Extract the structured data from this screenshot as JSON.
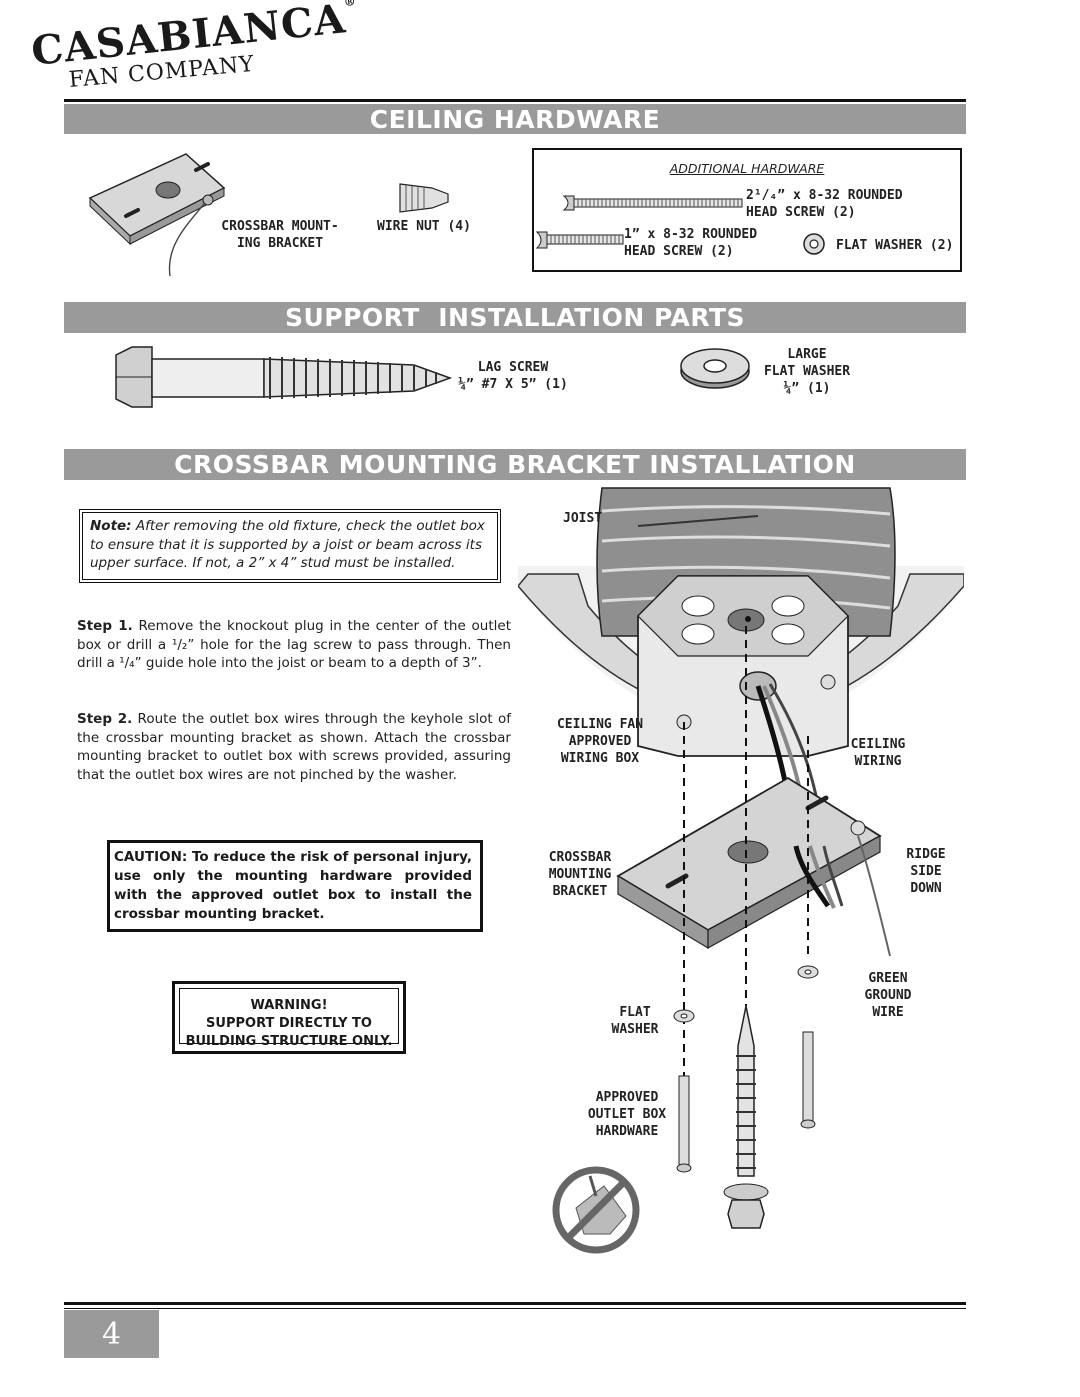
{
  "brand": {
    "line1": "CASABIANCA",
    "registered": "®",
    "line2": "FAN COMPANY"
  },
  "sections": {
    "ceiling_hardware": "CEILING HARDWARE",
    "support_parts": "SUPPORT  INSTALLATION PARTS",
    "crossbar_install": "CROSSBAR MOUNTING BRACKET INSTALLATION"
  },
  "ceiling_hardware": {
    "crossbar_label_1": "CROSSBAR MOUNT-",
    "crossbar_label_2": "ING BRACKET",
    "wire_nut": "WIRE NUT (4)",
    "additional_title": "ADDITIONAL HARDWARE",
    "screw_long_1": "2¹/₄” x 8-32 ROUNDED",
    "screw_long_2": "HEAD SCREW (2)",
    "screw_short_1": "1” x 8-32 ROUNDED",
    "screw_short_2": "HEAD SCREW (2)",
    "flat_washer": "FLAT WASHER (2)"
  },
  "support_parts": {
    "lag_1": "LAG SCREW",
    "lag_2": "¼” #7 X 5” (1)",
    "large_1": "LARGE",
    "large_2": "FLAT WASHER",
    "large_3": "¼” (1)"
  },
  "install": {
    "note_label": "Note:",
    "note_text": " After removing the old fixture, check the outlet box to ensure that it is supported by a joist or beam across its upper surface. If not, a 2” x 4” stud must be installed.",
    "step1_label": "Step 1.",
    "step1_text": " Remove the knockout plug in the center of the outlet box or drill a ¹/₂” hole for the lag screw to pass through. Then drill a ¹/₄” guide hole into the joist or beam to a depth of 3”.",
    "step2_label": "Step 2.",
    "step2_text": "  Route the outlet box wires through the keyhole slot of the crossbar mounting bracket as shown. Attach the crossbar mounting bracket to outlet box with screws provided, assuring that the outlet box wires are not pinched by the washer.",
    "caution": "CAUTION: To reduce the risk of personal injury, use only the mounting hardware provided with the approved outlet box to install the crossbar mounting bracket.",
    "warning_1": "WARNING!",
    "warning_2": "SUPPORT DIRECTLY TO",
    "warning_3": "BUILDING STRUCTURE ONLY."
  },
  "diagram": {
    "joist": "JOIST",
    "box_1": "CEILING FAN",
    "box_2": "APPROVED",
    "box_3": "WIRING BOX",
    "ceiling_1": "CEILING",
    "ceiling_2": "WIRING",
    "crossbar_1": "CROSSBAR",
    "crossbar_2": "MOUNTING",
    "crossbar_3": "BRACKET",
    "ridge_1": "RIDGE",
    "ridge_2": "SIDE",
    "ridge_3": "DOWN",
    "green_1": "GREEN",
    "green_2": "GROUND",
    "green_3": "WIRE",
    "flat_1": "FLAT",
    "flat_2": "WASHER",
    "approved_1": "APPROVED",
    "approved_2": "OUTLET BOX",
    "approved_3": "HARDWARE"
  },
  "page_number": "4"
}
